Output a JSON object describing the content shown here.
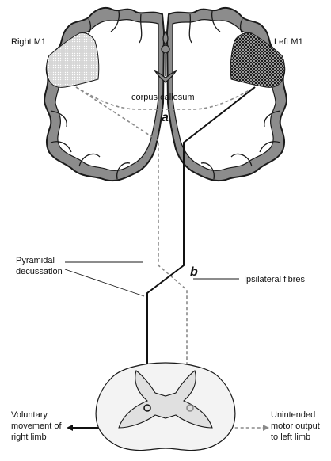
{
  "labels": {
    "right_m1": "Right M1",
    "left_m1": "Left M1",
    "corpus_callosum": "corpus callosum",
    "marker_a": "a",
    "marker_b": "b",
    "pyramidal_line1": "Pyramidal",
    "pyramidal_line2": "decussation",
    "ipsilateral": "Ipsilateral fibres",
    "voluntary_line1": "Voluntary",
    "voluntary_line2": "movement of",
    "voluntary_line3": "right limb",
    "unintended_line1": "Unintended",
    "unintended_line2": "motor output",
    "unintended_line3": "to left limb"
  },
  "colors": {
    "cortex_fill": "#8c8c8c",
    "white_matter": "#ffffff",
    "outline": "#1a1a1a",
    "contralateral_path": "#111111",
    "ipsilateral_path": "#8a8a8a",
    "right_m1_fill": "#cfcfcf",
    "left_m1_fill": "#2a2a2a"
  }
}
